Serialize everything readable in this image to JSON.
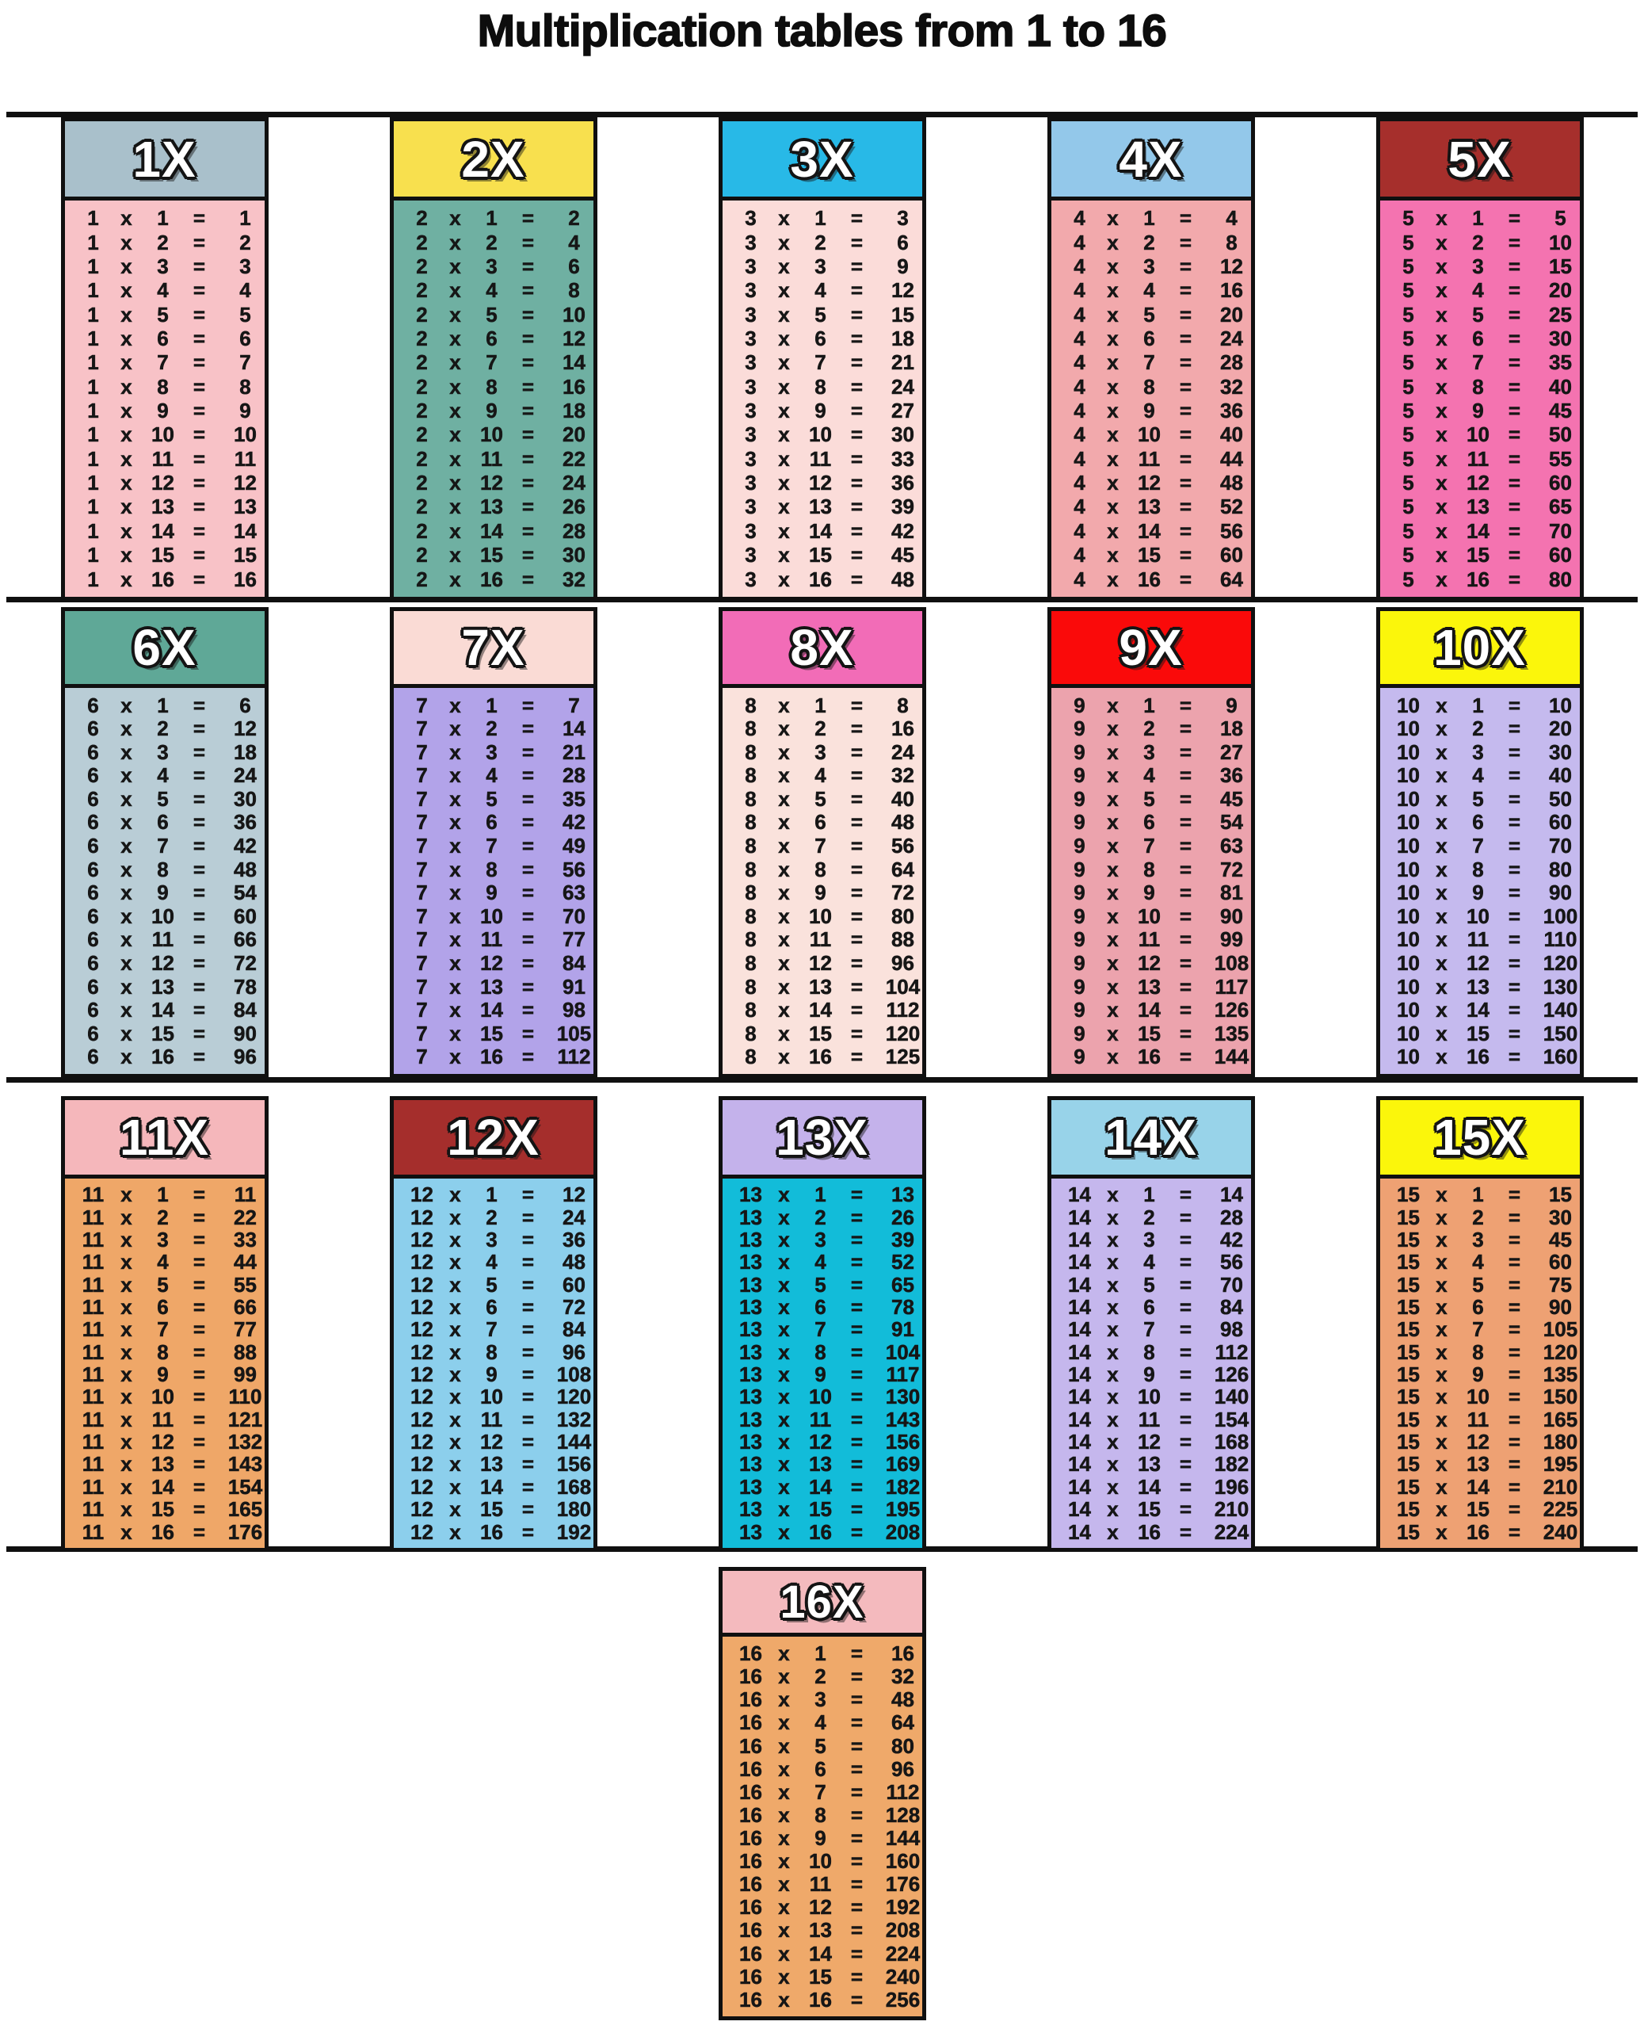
{
  "title": "Multiplication tables from 1 to 16",
  "times_symbol": "x",
  "equals_symbol": "=",
  "line_color": "#101010",
  "background_color": "#ffffff",
  "tables": [
    {
      "label": "1X",
      "factor": 1,
      "row": 1,
      "header_bg": "#a9c0cb",
      "body_bg": "#f8c2c7",
      "products": [
        1,
        2,
        3,
        4,
        5,
        6,
        7,
        8,
        9,
        10,
        11,
        12,
        13,
        14,
        15,
        16
      ]
    },
    {
      "label": "2X",
      "factor": 2,
      "row": 1,
      "header_bg": "#f8e04e",
      "body_bg": "#6fb0a2",
      "products": [
        2,
        4,
        6,
        8,
        10,
        12,
        14,
        16,
        18,
        20,
        22,
        24,
        26,
        28,
        30,
        32
      ]
    },
    {
      "label": "3X",
      "factor": 3,
      "row": 1,
      "header_bg": "#28b9e7",
      "body_bg": "#fbdcd9",
      "products": [
        3,
        6,
        9,
        12,
        15,
        18,
        21,
        24,
        27,
        30,
        33,
        36,
        39,
        42,
        45,
        48
      ]
    },
    {
      "label": "4X",
      "factor": 4,
      "row": 1,
      "header_bg": "#93c8ea",
      "body_bg": "#f2a9ac",
      "products": [
        4,
        8,
        12,
        16,
        20,
        24,
        28,
        32,
        36,
        40,
        44,
        48,
        52,
        56,
        60,
        64
      ]
    },
    {
      "label": "5X",
      "factor": 5,
      "row": 1,
      "header_bg": "#a62f2c",
      "body_bg": "#f473b0",
      "products": [
        5,
        10,
        15,
        20,
        25,
        30,
        35,
        40,
        45,
        50,
        55,
        60,
        65,
        70,
        60,
        80
      ]
    },
    {
      "label": "6X",
      "factor": 6,
      "row": 2,
      "header_bg": "#5fa897",
      "body_bg": "#b9cdd6",
      "products": [
        6,
        12,
        18,
        24,
        30,
        36,
        42,
        48,
        54,
        60,
        66,
        72,
        78,
        84,
        90,
        96
      ]
    },
    {
      "label": "7X",
      "factor": 7,
      "row": 2,
      "header_bg": "#fadbd5",
      "body_bg": "#b2a3e9",
      "products": [
        7,
        14,
        21,
        28,
        35,
        42,
        49,
        56,
        63,
        70,
        77,
        84,
        91,
        98,
        105,
        112
      ]
    },
    {
      "label": "8X",
      "factor": 8,
      "row": 2,
      "header_bg": "#f26cb7",
      "body_bg": "#fae2dc",
      "products": [
        8,
        16,
        24,
        32,
        40,
        48,
        56,
        64,
        72,
        80,
        88,
        96,
        104,
        112,
        120,
        125
      ]
    },
    {
      "label": "9X",
      "factor": 9,
      "row": 2,
      "header_bg": "#fa0a0a",
      "body_bg": "#eca3ad",
      "products": [
        9,
        18,
        27,
        36,
        45,
        54,
        63,
        72,
        81,
        90,
        99,
        108,
        117,
        126,
        135,
        144
      ]
    },
    {
      "label": "10X",
      "factor": 10,
      "row": 2,
      "header_bg": "#fbf60b",
      "body_bg": "#c5baee",
      "products": [
        10,
        20,
        30,
        40,
        50,
        60,
        70,
        80,
        90,
        100,
        110,
        120,
        130,
        140,
        150,
        160
      ]
    },
    {
      "label": "11X",
      "factor": 11,
      "row": 3,
      "header_bg": "#f5b7bb",
      "body_bg": "#efa768",
      "products": [
        11,
        22,
        33,
        44,
        55,
        66,
        77,
        88,
        99,
        110,
        121,
        132,
        143,
        154,
        165,
        176
      ]
    },
    {
      "label": "12X",
      "factor": 12,
      "row": 3,
      "header_bg": "#a52e2c",
      "body_bg": "#8ccfec",
      "products": [
        12,
        24,
        36,
        48,
        60,
        72,
        84,
        96,
        108,
        120,
        132,
        144,
        156,
        168,
        180,
        192
      ]
    },
    {
      "label": "13X",
      "factor": 13,
      "row": 3,
      "header_bg": "#c4b2eb",
      "body_bg": "#12bcd9",
      "products": [
        13,
        26,
        39,
        52,
        65,
        78,
        91,
        104,
        117,
        130,
        143,
        156,
        169,
        182,
        195,
        208
      ]
    },
    {
      "label": "14X",
      "factor": 14,
      "row": 3,
      "header_bg": "#98d3e9",
      "body_bg": "#c5b7ed",
      "products": [
        14,
        28,
        42,
        56,
        70,
        84,
        98,
        112,
        126,
        140,
        154,
        168,
        182,
        196,
        210,
        224
      ]
    },
    {
      "label": "15X",
      "factor": 15,
      "row": 3,
      "header_bg": "#fbf60b",
      "body_bg": "#eea173",
      "products": [
        15,
        30,
        45,
        60,
        75,
        90,
        105,
        120,
        135,
        150,
        165,
        180,
        195,
        210,
        225,
        240
      ]
    },
    {
      "label": "16X",
      "factor": 16,
      "row": 4,
      "header_bg": "#f4babe",
      "body_bg": "#efa96a",
      "products": [
        16,
        32,
        48,
        64,
        80,
        96,
        112,
        128,
        144,
        160,
        176,
        192,
        208,
        224,
        240,
        256
      ]
    }
  ]
}
